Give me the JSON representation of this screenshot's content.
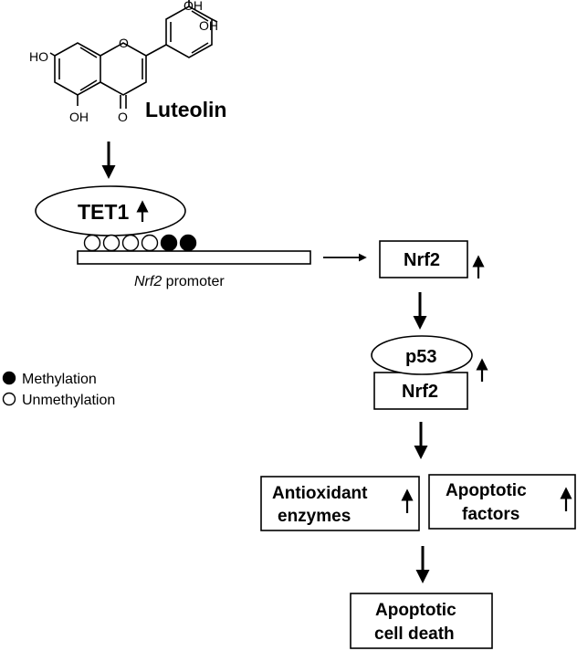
{
  "molecule": {
    "name": "Luteolin",
    "groups": [
      "OH",
      "OH",
      "HO",
      "O",
      "OH",
      "O"
    ]
  },
  "tet1": "TET1",
  "promoter": {
    "gene": "Nrf2",
    "suffix": " promoter"
  },
  "nrf2": "Nrf2",
  "complex": {
    "top": "p53",
    "bottom": "Nrf2"
  },
  "antioxidant": {
    "line1": "Antioxidant",
    "line2": "enzymes"
  },
  "apoptotic_factors": {
    "line1": "Apoptotic",
    "line2": "factors"
  },
  "cell_death": {
    "line1": "Apoptotic",
    "line2": "cell death"
  },
  "legend": [
    {
      "label": "Methylation",
      "fill": "#000000"
    },
    {
      "label": "Unmethylation",
      "fill": "#ffffff"
    }
  ],
  "cpg_sites": [
    "unmethylated",
    "unmethylated",
    "unmethylated",
    "unmethylated",
    "methylated",
    "methylated"
  ]
}
